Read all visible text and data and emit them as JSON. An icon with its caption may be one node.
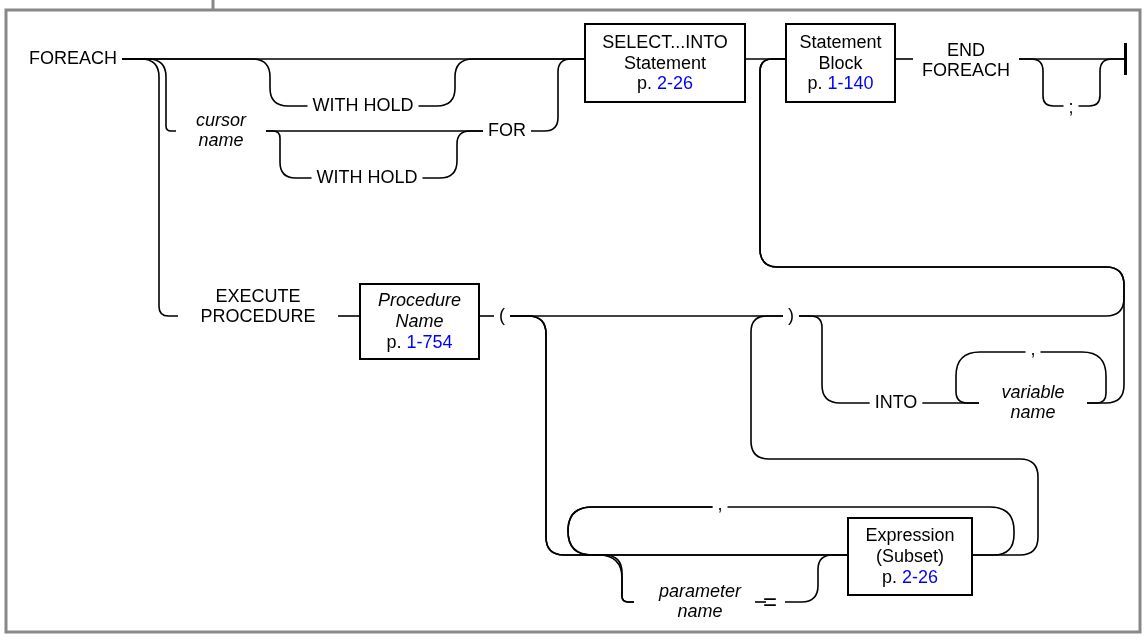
{
  "diagram": {
    "nodes": [
      {
        "text": [
          "FOREACH"
        ]
      },
      {
        "text": [
          "WITH HOLD"
        ]
      },
      {
        "text": [
          "cursor name"
        ]
      },
      {
        "text": [
          "WITH HOLD"
        ]
      },
      {
        "text": [
          "FOR"
        ]
      },
      {
        "text": [
          "SELECT...INTO Statement",
          "p.",
          "2-26"
        ]
      },
      {
        "text": [
          "Statement Block",
          "p.",
          "1-140"
        ]
      },
      {
        "text": [
          "END FOREACH"
        ]
      },
      {
        "text": [
          ";"
        ]
      },
      {
        "text": [],
        "shape": "bar"
      },
      {
        "text": [
          "EXECUTE PROCEDURE"
        ]
      },
      {
        "text": [
          "Procedure Name",
          "p.",
          "1-754"
        ]
      },
      {
        "text": [
          "("
        ]
      },
      {
        "text": [
          ")"
        ]
      },
      {
        "text": [
          "INTO"
        ]
      },
      {
        "text": [
          ","
        ]
      },
      {
        "text": [
          "variable name"
        ]
      },
      {
        "text": [
          ","
        ]
      },
      {
        "text": [
          "Expression (Subset)",
          "p.",
          "2-26"
        ]
      },
      {
        "text": [
          "parameter name"
        ]
      },
      {
        "text": [
          "="
        ]
      }
    ],
    "edges": [
      {
        "from": 0,
        "to": 1,
        "arrow": "none"
      },
      {
        "from": 1,
        "to": 5,
        "arrow": "none"
      },
      {
        "from": 0,
        "to": 5,
        "arrow": "none"
      },
      {
        "from": 0,
        "to": 2,
        "arrow": "none"
      },
      {
        "from": 2,
        "to": 3,
        "arrow": "none"
      },
      {
        "from": 3,
        "to": 4,
        "arrow": "none"
      },
      {
        "from": 2,
        "to": 4,
        "arrow": "none"
      },
      {
        "from": 4,
        "to": 5,
        "arrow": "none"
      },
      {
        "from": 5,
        "to": 6,
        "arrow": "none"
      },
      {
        "from": 6,
        "to": 7,
        "arrow": "none"
      },
      {
        "from": 7,
        "to": 8,
        "arrow": "none"
      },
      {
        "from": 8,
        "to": 9,
        "arrow": "none"
      },
      {
        "from": 7,
        "to": 9,
        "arrow": "none"
      },
      {
        "from": 0,
        "to": 10,
        "arrow": "none"
      },
      {
        "from": 10,
        "to": 11,
        "arrow": "none"
      },
      {
        "from": 11,
        "to": 12,
        "arrow": "none"
      },
      {
        "from": 12,
        "to": 13,
        "arrow": "none"
      },
      {
        "from": 13,
        "to": 6,
        "arrow": "none"
      },
      {
        "from": 13,
        "to": 14,
        "arrow": "none"
      },
      {
        "from": 14,
        "to": 16,
        "arrow": "none"
      },
      {
        "from": 16,
        "to": 15,
        "arrow": "none"
      },
      {
        "from": 15,
        "to": 16,
        "arrow": "none"
      },
      {
        "from": 16,
        "to": 6,
        "arrow": "none"
      },
      {
        "from": 12,
        "to": 19,
        "arrow": "none"
      },
      {
        "from": 12,
        "to": 18,
        "arrow": "none"
      },
      {
        "from": 19,
        "to": 20,
        "arrow": "none"
      },
      {
        "from": 20,
        "to": 18,
        "arrow": "none"
      },
      {
        "from": 18,
        "to": 17,
        "arrow": "none"
      },
      {
        "from": 17,
        "to": 18,
        "arrow": "none"
      },
      {
        "from": 17,
        "to": 19,
        "arrow": "none"
      },
      {
        "from": 18,
        "to": 13,
        "arrow": "none"
      }
    ]
  }
}
